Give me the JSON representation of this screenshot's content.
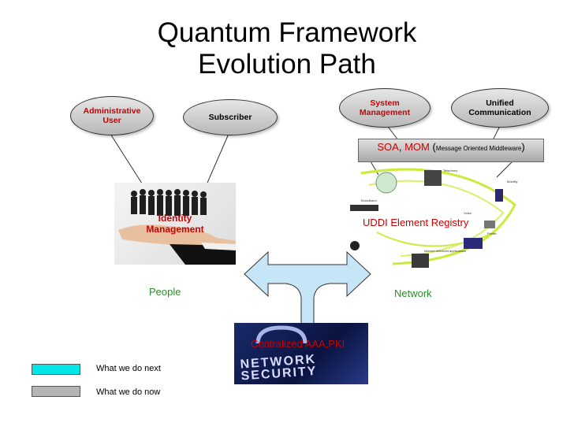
{
  "title": {
    "line1": "Quantum Framework",
    "line2": "Evolution Path"
  },
  "ellipses": {
    "admin_user": "Administrative User",
    "subscriber": "Subscriber",
    "system_management": "System Management",
    "unified_communication": "Unified Communication"
  },
  "soa": {
    "soa": "SOA",
    "comma": ",",
    "mom": "MOM",
    "paren_open": "(",
    "mom_full": "Message Oriented Middleware",
    "paren_close": ")"
  },
  "identity_management": "Identity Management",
  "uddi_registry": "UDDI Element Registry",
  "people_label": "People",
  "network_label": "Network",
  "security": {
    "label": "Centralized AAA,PKI",
    "image_text": "NETWORK SECURITY"
  },
  "network_device_labels": [
    "Telephony",
    "Mobility",
    "Video",
    "Printer",
    "Internet delivered applications",
    "Broadband"
  ],
  "legend": [
    {
      "label": "What we do next",
      "color": "#00e5e5"
    },
    {
      "label": "What we do now",
      "color": "#b4b4b4"
    }
  ],
  "colors": {
    "accent_red": "#cc0000",
    "label_green": "#2e8b2e",
    "arrow_fill": "#c6e6f8",
    "swoosh": "#c9ec3c"
  }
}
